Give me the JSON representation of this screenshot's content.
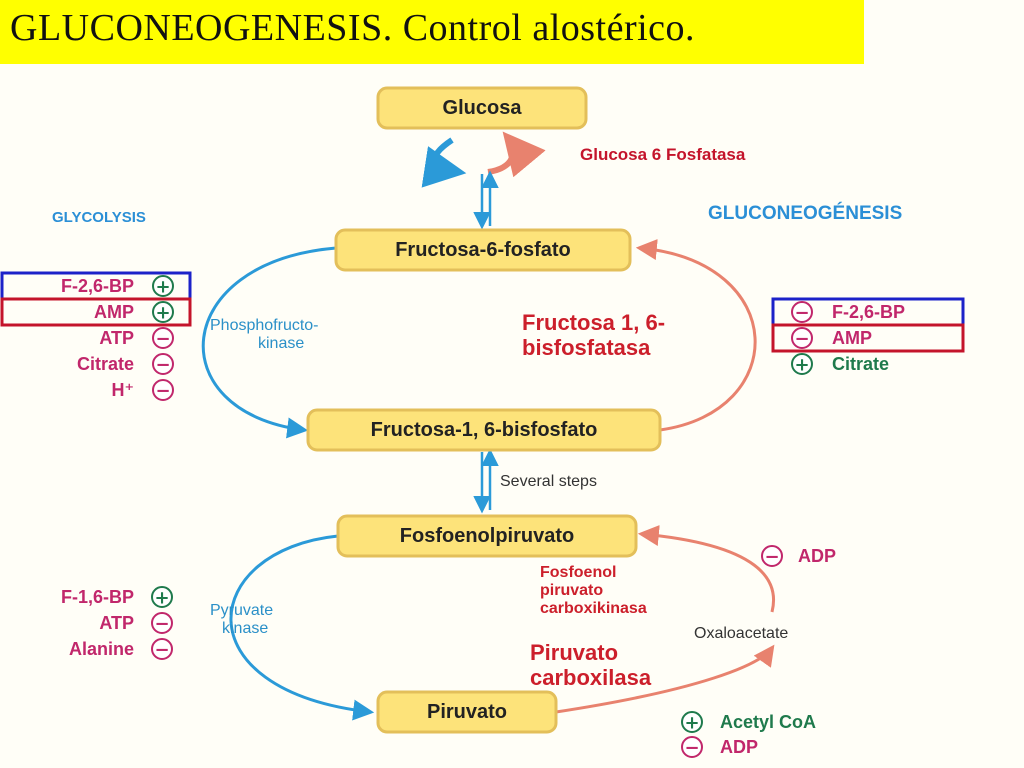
{
  "title": "GLUCONEOGENESIS. Control alostérico.",
  "side_labels": {
    "glycolysis": "GLYCOLYSIS",
    "gluconeogenesis": "GLUCONEOGÉNESIS"
  },
  "nodes": {
    "glucosa": "Glucosa",
    "f6p": "Fructosa-6-fosfato",
    "f16bp": "Fructosa-1, 6-bisfosfato",
    "pep": "Fosfoenolpiruvato",
    "piruvato": "Piruvato"
  },
  "enzymes": {
    "g6pase": "Glucosa 6 Fosfatasa",
    "pfk": [
      "Phosphofructo-",
      "kinase"
    ],
    "fbpase": [
      "Fructosa 1, 6-",
      "bisfosfatasa"
    ],
    "pk": [
      "Pyruvate",
      "kinase"
    ],
    "pepck": [
      "Fosfoenol",
      "piruvato",
      "carboxikinasa"
    ],
    "pc": [
      "Piruvato",
      "carboxilasa"
    ]
  },
  "intermediates": {
    "several_steps": "Several steps",
    "oxaloacetate": "Oxaloacetate"
  },
  "regulators": {
    "pfk": [
      {
        "label": "F-2,6-BP",
        "sign": "+",
        "box": "blue"
      },
      {
        "label": "AMP",
        "sign": "+",
        "box": "red"
      },
      {
        "label": "ATP",
        "sign": "−",
        "box": ""
      },
      {
        "label": "Citrate",
        "sign": "−",
        "box": ""
      },
      {
        "label": "H⁺",
        "sign": "−",
        "box": ""
      }
    ],
    "fbpase": [
      {
        "label": "F-2,6-BP",
        "sign": "−",
        "box": "blue"
      },
      {
        "label": "AMP",
        "sign": "−",
        "box": "red"
      },
      {
        "label": "Citrate",
        "sign": "+",
        "box": ""
      }
    ],
    "pk": [
      {
        "label": "F-1,6-BP",
        "sign": "+"
      },
      {
        "label": "ATP",
        "sign": "−"
      },
      {
        "label": "Alanine",
        "sign": "−"
      }
    ],
    "pepck": [
      {
        "label": "ADP",
        "sign": "−"
      }
    ],
    "pc": [
      {
        "label": "Acetyl CoA",
        "sign": "+"
      },
      {
        "label": "ADP",
        "sign": "−"
      }
    ]
  },
  "colors": {
    "glycolysis_arrow": "#2b9ad8",
    "gluconeogenesis_arrow": "#e8826e",
    "positive": "#1f7a4c",
    "negative": "#c1276b",
    "box_blue": "#1c22c9",
    "box_red": "#c4142b",
    "node_fill": "#fde37a"
  }
}
